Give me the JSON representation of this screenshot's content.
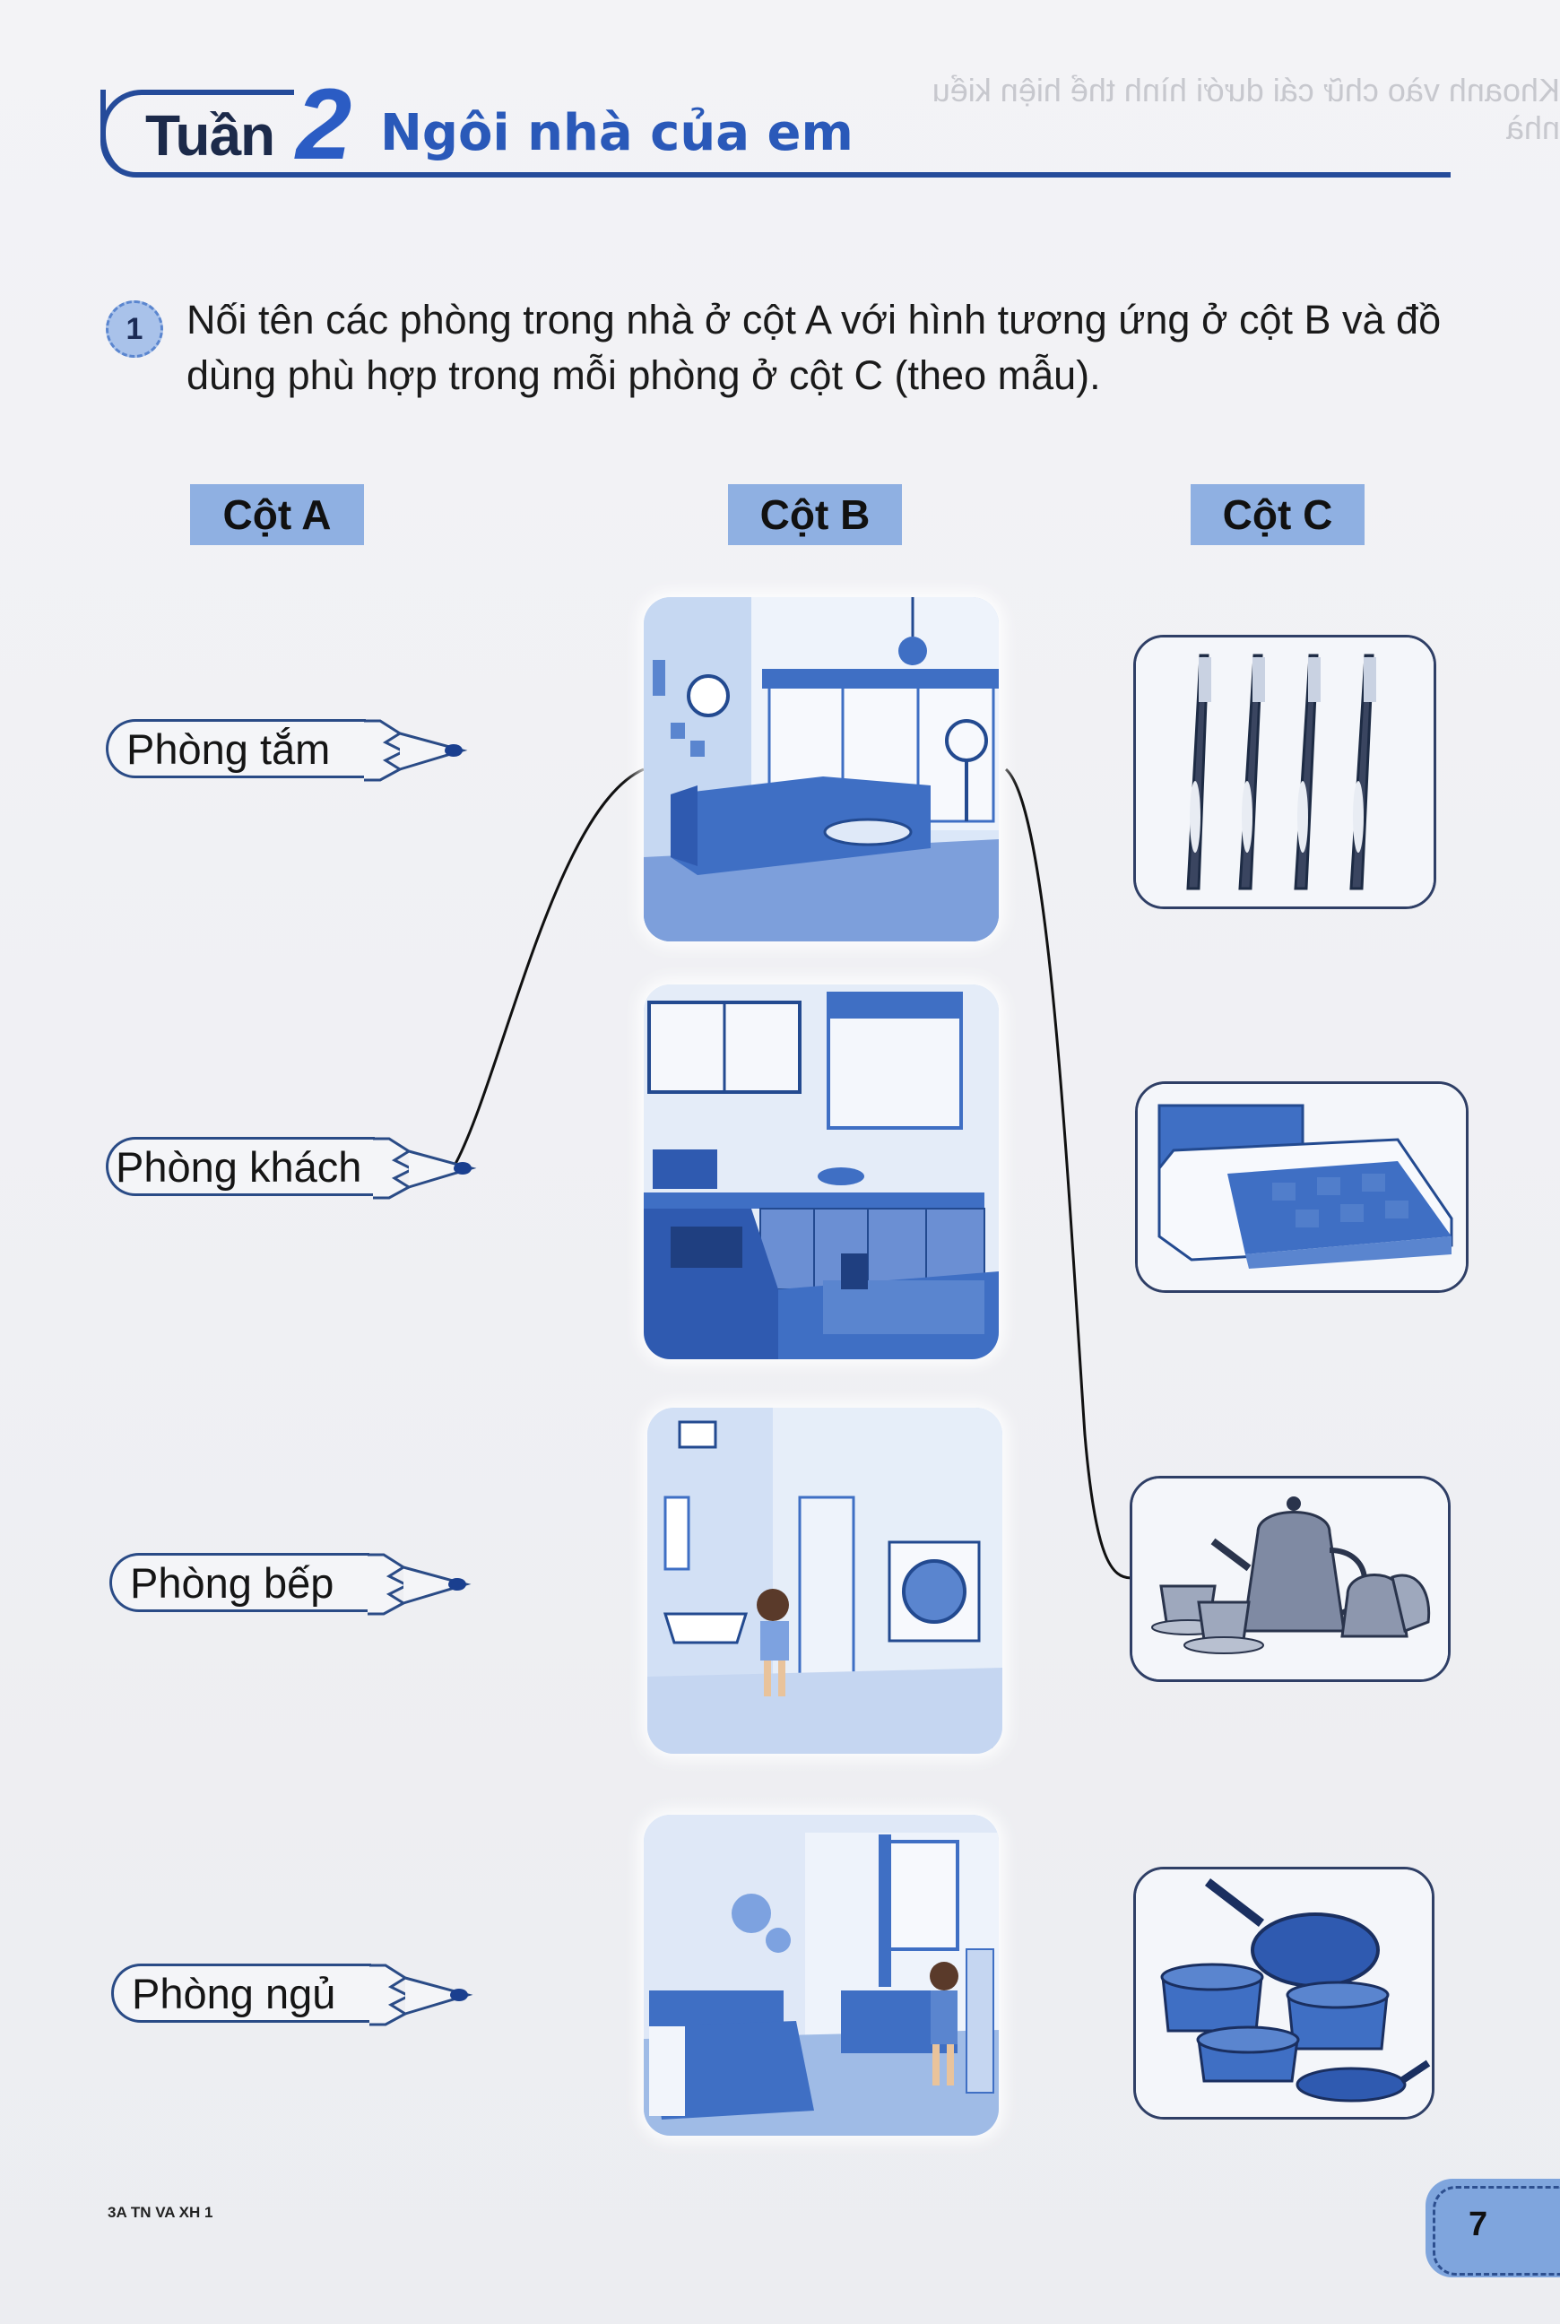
{
  "header": {
    "week_word": "Tuần",
    "week_number": "2",
    "unit_title": "Ngôi nhà của em"
  },
  "exercise": {
    "number": "1",
    "instruction": "Nối tên các phòng trong nhà ở cột A với hình tương ứng ở cột B và đồ dùng phù hợp trong mỗi phòng ở cột C (theo mẫu)."
  },
  "columns": {
    "a": "Cột A",
    "b": "Cột B",
    "c": "Cột C"
  },
  "column_a": [
    "Phòng tắm",
    "Phòng khách",
    "Phòng bếp",
    "Phòng ngủ"
  ],
  "column_b_images": [
    "living-room",
    "kitchen",
    "bathroom",
    "bedroom"
  ],
  "column_c_images": [
    "toothbrushes",
    "bed",
    "tea-set",
    "cookware"
  ],
  "colors": {
    "accent": "#2a59b9",
    "header_fill": "#8fb0e2",
    "room_blue": "#3f6fc4"
  },
  "footer": {
    "code": "3A TN VA XH 1",
    "page": "7"
  }
}
